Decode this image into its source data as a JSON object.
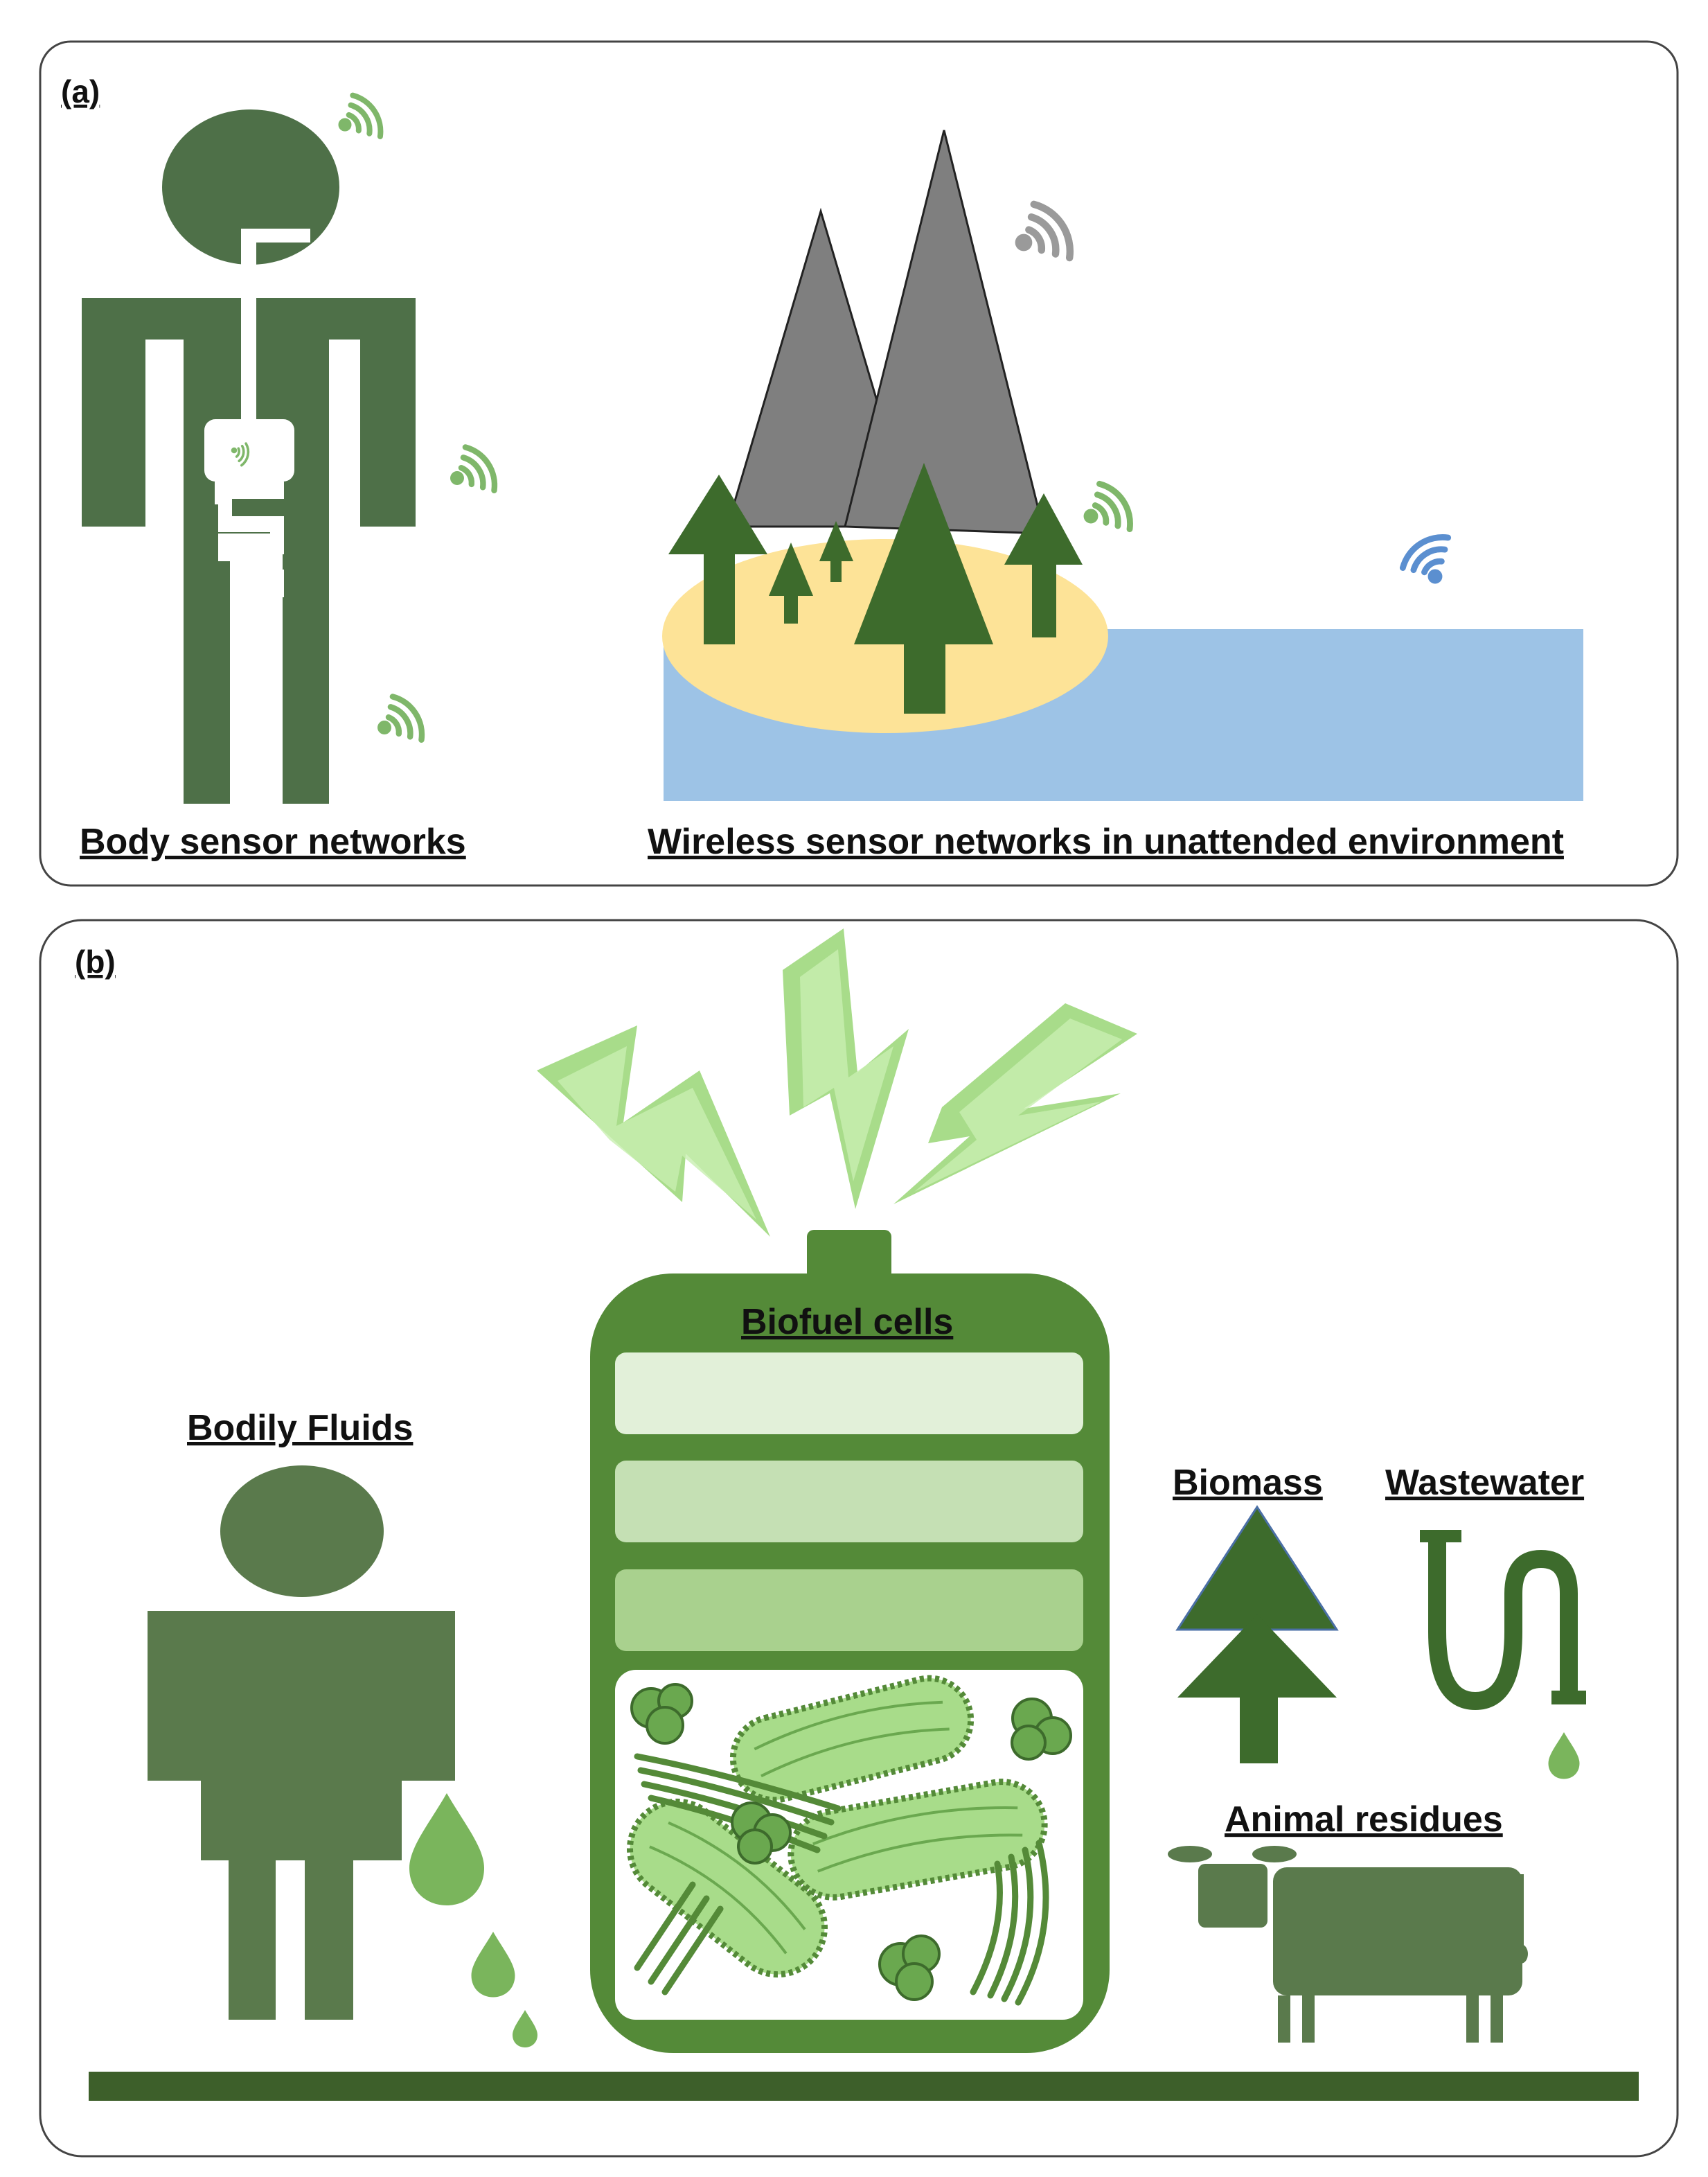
{
  "panel_a": {
    "tag": "(a)",
    "body_caption": "Body sensor networks",
    "env_caption": "Wireless sensor networks in unattended environment"
  },
  "panel_b": {
    "tag": "(b)",
    "biofuel_label": "Biofuel cells",
    "bodily_fluids_label": "Bodily Fluids",
    "biomass_label": "Biomass",
    "wastewater_label": "Wastewater",
    "animal_residues_label": "Animal residues"
  },
  "colors": {
    "dark_green": "#3d6b2c",
    "body_green": "#4e7048",
    "battery_green": "#548a38",
    "light_green": "#a8dc8a",
    "sand": "#fde397",
    "water": "#9dc3e6",
    "mountain": "#7f7f7f",
    "wifi_green": "#7fb76a",
    "wifi_gray": "#9a9a9a",
    "wifi_blue": "#5b8fd0"
  }
}
